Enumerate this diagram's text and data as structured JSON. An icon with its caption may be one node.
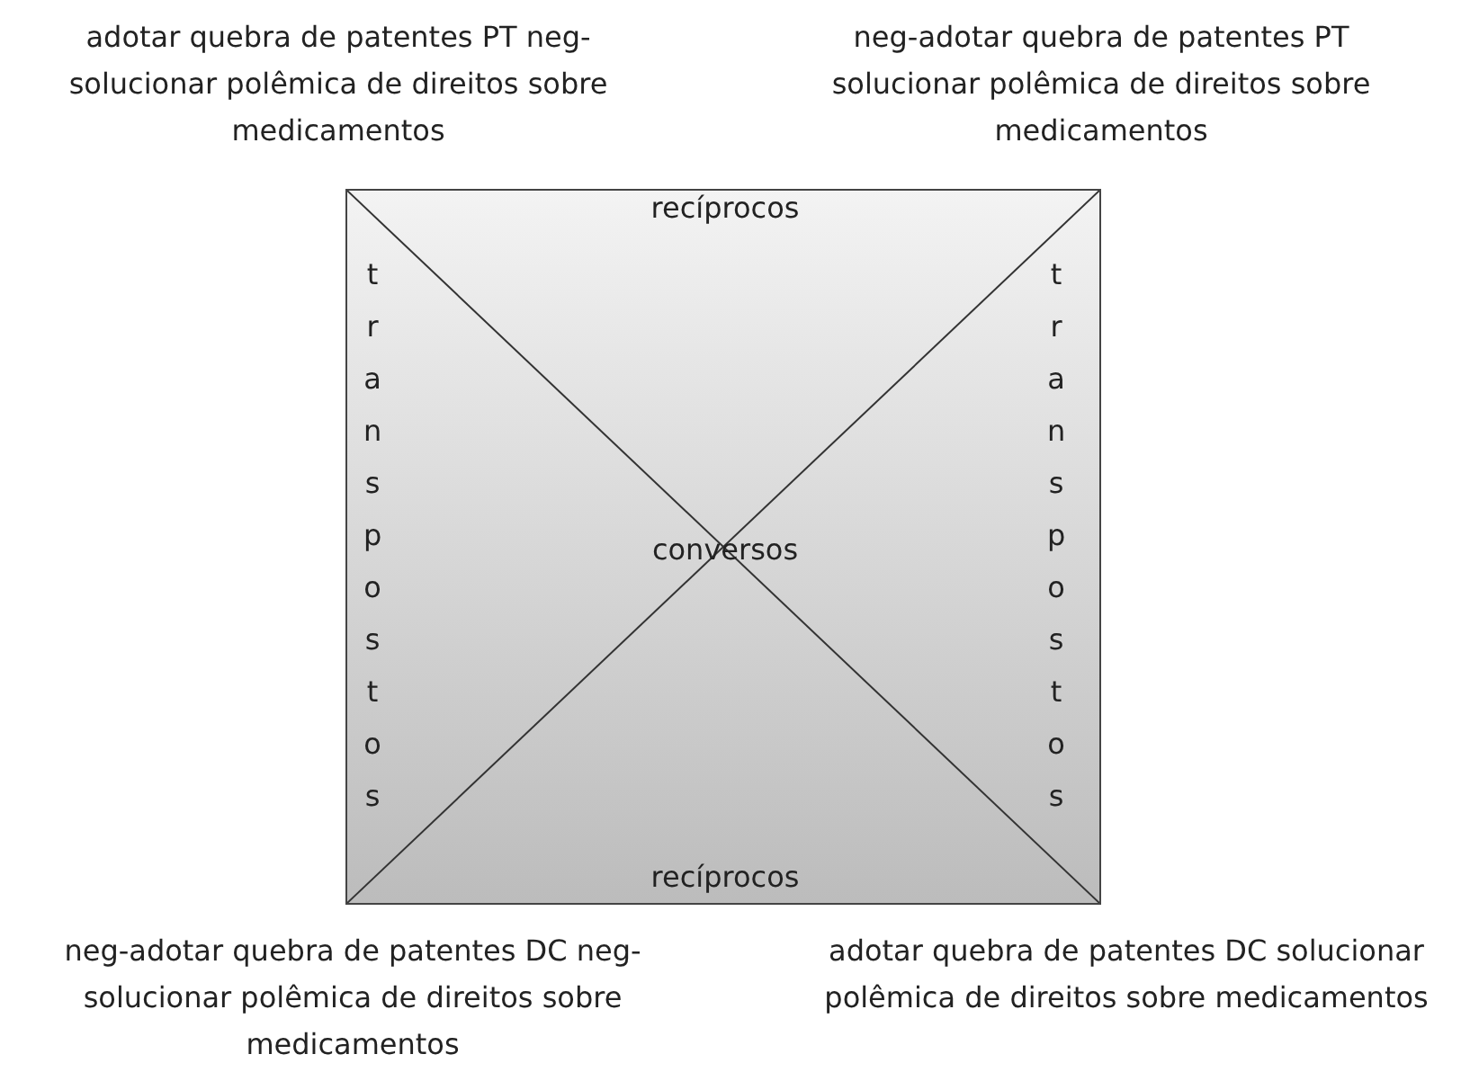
{
  "diagram": {
    "nodes": [
      {
        "text": [
          "recíprocos",
          "transpostos",
          "conversos",
          "transpostos",
          "recíprocos"
        ]
      }
    ],
    "labels": [
      "adotar quebra de patentes PT neg-solucionar polêmica de direitos sobre medicamentos",
      "neg-adotar quebra de patentes PT solucionar polêmica de direitos sobre medicamentos",
      "neg-adotar quebra de patentes DC neg-solucionar polêmica de direitos sobre medicamentos",
      "adotar quebra de patentes DC solucionar polêmica de direitos sobre medicamentos"
    ]
  }
}
